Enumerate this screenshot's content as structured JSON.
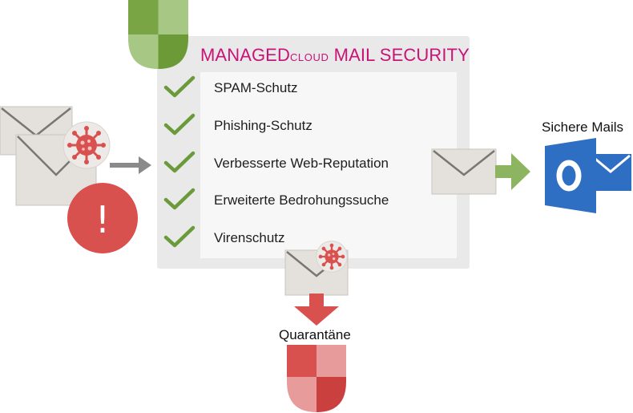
{
  "panel": {
    "title_a": "MANAGED",
    "title_b": "CLOUD",
    "title_c": " MAIL SECURITY",
    "features": [
      {
        "label": "SPAM-Schutz"
      },
      {
        "label": "Phishing-Schutz"
      },
      {
        "label": "Verbesserte Web-Reputation"
      },
      {
        "label": "Erweiterte Bedrohungssuche"
      },
      {
        "label": "Virenschutz"
      }
    ]
  },
  "outputs": {
    "safe_label": "Sichere Mails",
    "quarantine_label": "Quarantäne"
  },
  "icons": {
    "warning_symbol": "!",
    "outlook_letter": "O"
  },
  "colors": {
    "brand_magenta": "#c81377",
    "check_green": "#6b9a3a",
    "shield_green": "#7ca84a",
    "danger_red": "#d9514f",
    "outlook_blue": "#2f6fc3",
    "arrow_green": "#8cb461",
    "arrow_gray": "#8a8a8a"
  }
}
